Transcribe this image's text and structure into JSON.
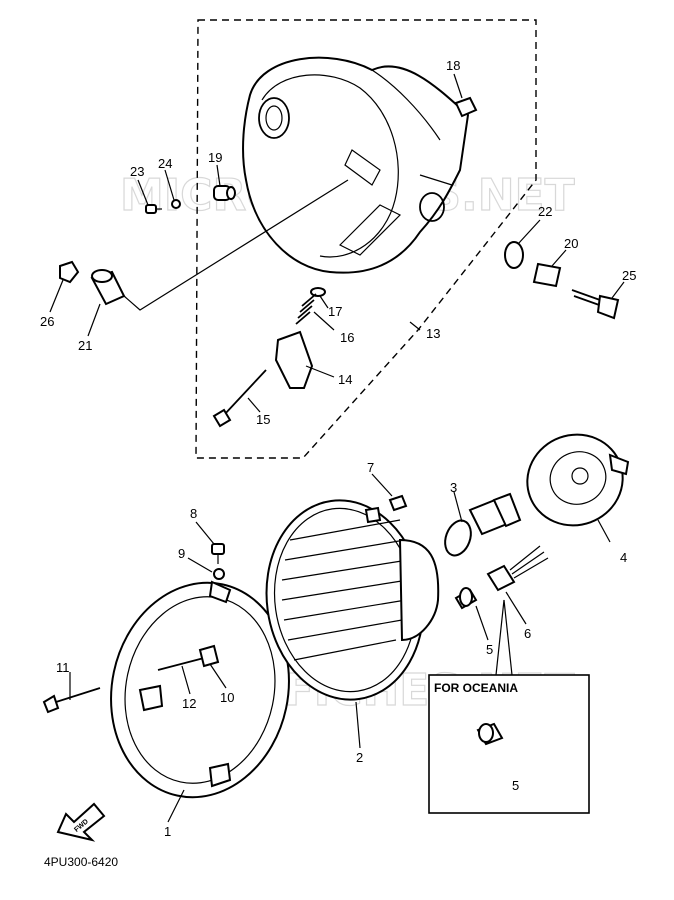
{
  "watermarks": [
    "MICROFICHES.NET",
    "MICROFICHES.NET"
  ],
  "callouts": {
    "p1": "1",
    "p2": "2",
    "p3": "3",
    "p4": "4",
    "p5a": "5",
    "p5b": "5",
    "p6": "6",
    "p7": "7",
    "p8": "8",
    "p9": "9",
    "p10": "10",
    "p11": "11",
    "p12": "12",
    "p13": "13",
    "p14": "14",
    "p15": "15",
    "p16": "16",
    "p17": "17",
    "p18": "18",
    "p19": "19",
    "p20": "20",
    "p21": "21",
    "p22": "22",
    "p23": "23",
    "p24": "24",
    "p25": "25",
    "p26": "26"
  },
  "oceania_box": {
    "label": "FOR OCEANIA"
  },
  "fwd_arrow": {
    "label": "FWD"
  },
  "diagram_code": "4PU300-6420"
}
